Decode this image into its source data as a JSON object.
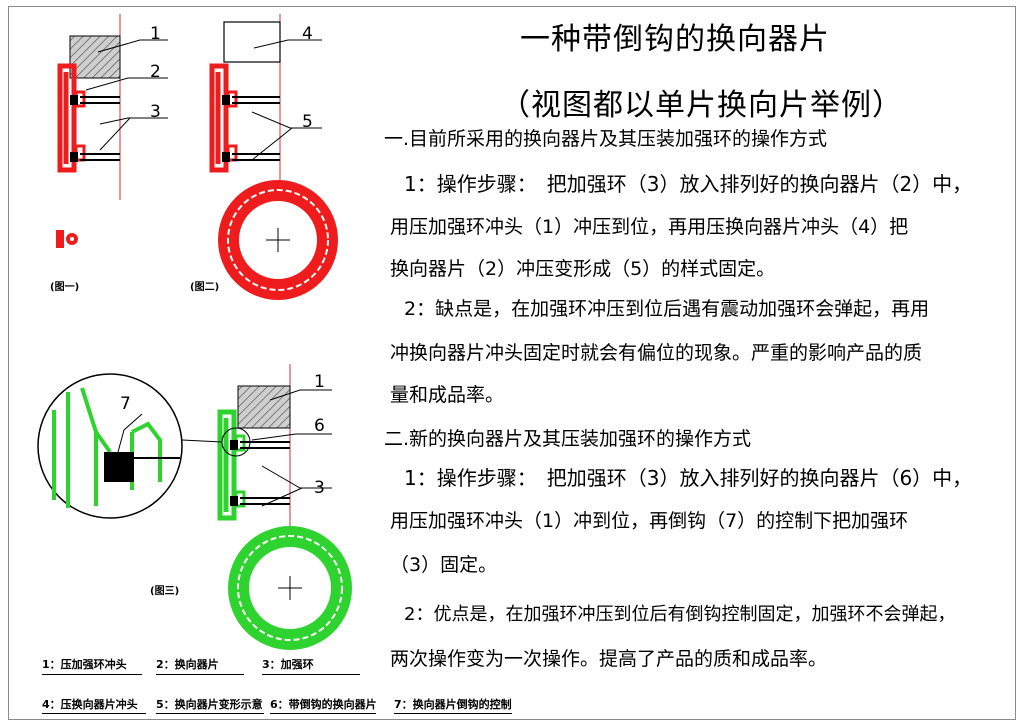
{
  "title": "一种带倒钩的换向器片",
  "subtitle": "（视图都以单片换向片举例）",
  "section1": {
    "heading": "一.目前所采用的换向器片及其压装加强环的操作方式",
    "para1": [
      "1：操作步骤：　把加强环（3）放入排列好的换向器片（2）中，",
      "用压加强环冲头（1）冲压到位，再用压换向器片冲头（4）把",
      "换向器片（2）冲压变形成（5）的样式固定。"
    ],
    "para2": [
      "2：缺点是，在加强环冲压到位后遇有震动加强环会弹起，再用",
      "冲换向器片冲头固定时就会有偏位的现象。严重的影响产品的质",
      "量和成品率。"
    ]
  },
  "section2": {
    "heading": "二.新的换向器片及其压装加强环的操作方式",
    "para1": [
      "1：操作步骤：　把加强环（3）放入排列好的换向器片（6）中，",
      "用压加强环冲头（1）冲到位，再倒钩（7）的控制下把加强环",
      "（3）固定。"
    ],
    "para2": [
      "2：优点是，在加强环冲压到位后有倒钩控制固定，加强环不会弹起，",
      "两次操作变为一次操作。提高了产品的质和成品率。"
    ]
  },
  "figure_captions": {
    "fig1": "(图一)",
    "fig2": "(图二)",
    "fig3": "(图三)"
  },
  "part_numbers": {
    "fig1": [
      "1",
      "2",
      "3"
    ],
    "fig2": [
      "4",
      "5"
    ],
    "fig3": [
      "1",
      "6",
      "3"
    ],
    "detail": "7"
  },
  "legend": [
    "1：压加强环冲头",
    "2：换向器片",
    "3：加强环",
    "4：压换向器片冲头",
    "5：换向器片变形示意",
    "6：带倒钩的换向器片",
    "7：换向器片倒钩的控制"
  ],
  "colors": {
    "red": "#ee1c1c",
    "green": "#2fd32f",
    "black": "#000000",
    "gray_line": "#555555",
    "centerline": "#d03030"
  }
}
